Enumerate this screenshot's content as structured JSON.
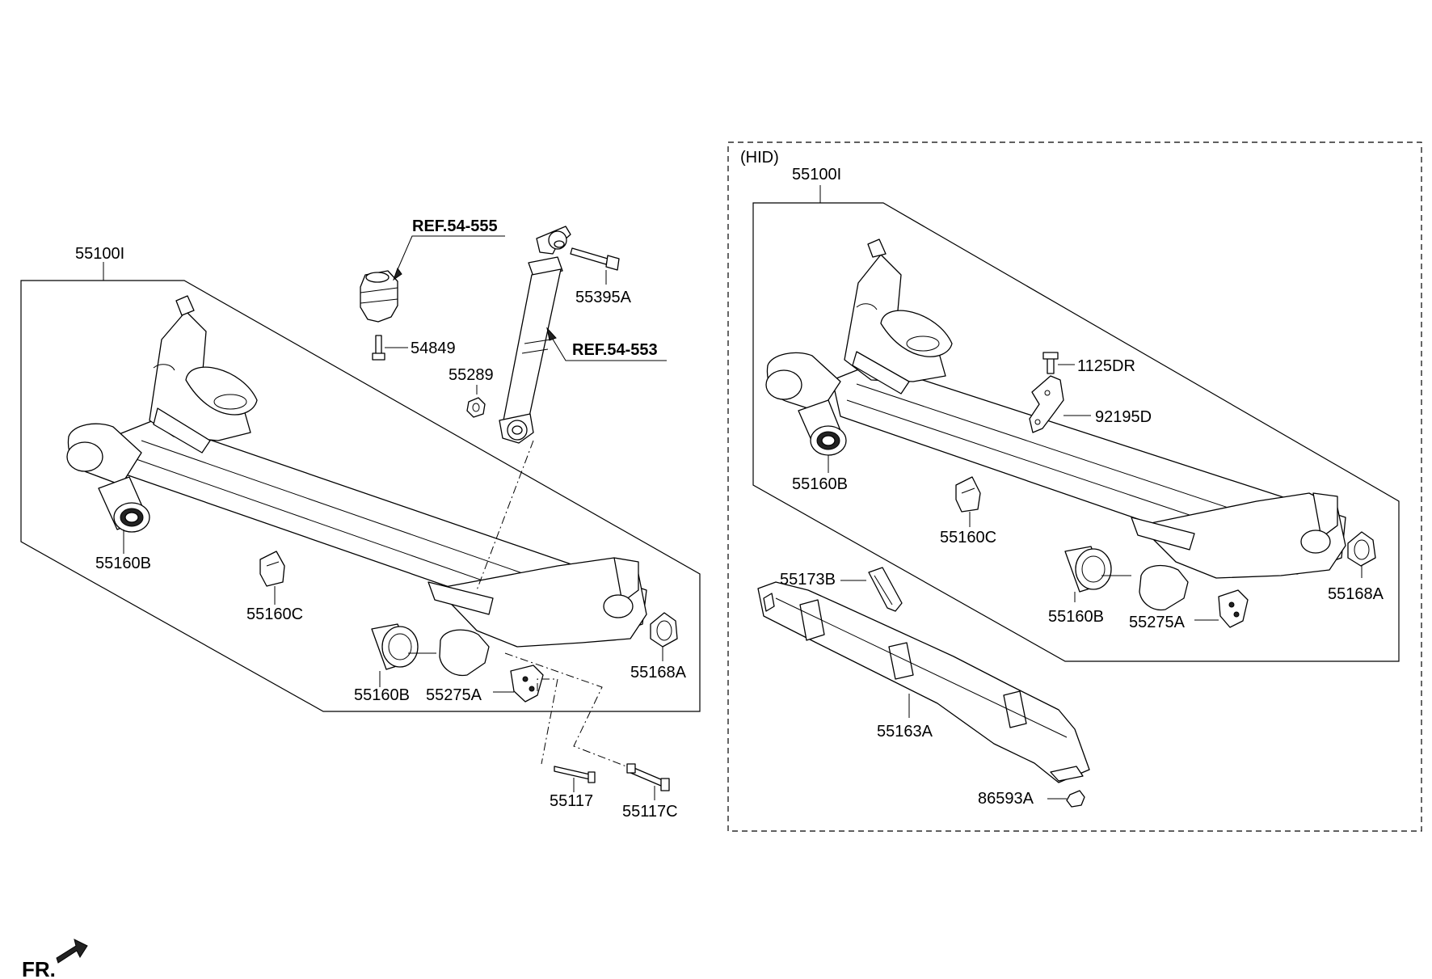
{
  "main_assembly": {
    "axle_label": "55100I",
    "bushing_front_label": "55160B",
    "bushing_rear_label": "55160B",
    "stopper_label": "55160C",
    "cover_label": "55168A",
    "bracket_label": "55275A",
    "bolt_label": "55117",
    "bolt_c_label": "55117C"
  },
  "shock_absorber": {
    "bump_stopper_ref": "REF.54-555",
    "shock_ref": "REF.54-553",
    "mount_bolt_label": "55395A",
    "stopper_bolt_label": "54849",
    "nut_label": "55289"
  },
  "hid_assembly": {
    "title": "(HID)",
    "axle_label": "55100I",
    "screw_label": "1125DR",
    "sensor_bracket_label": "92195D",
    "bushing_front_label": "55160B",
    "bushing_rear_label": "55160B",
    "stopper_label": "55160C",
    "cover_label": "55168A",
    "bracket_label": "55275A",
    "guard_bracket_label": "55173B",
    "guard_label": "55163A",
    "clip_label": "86593A"
  },
  "direction": {
    "label": "FR."
  }
}
